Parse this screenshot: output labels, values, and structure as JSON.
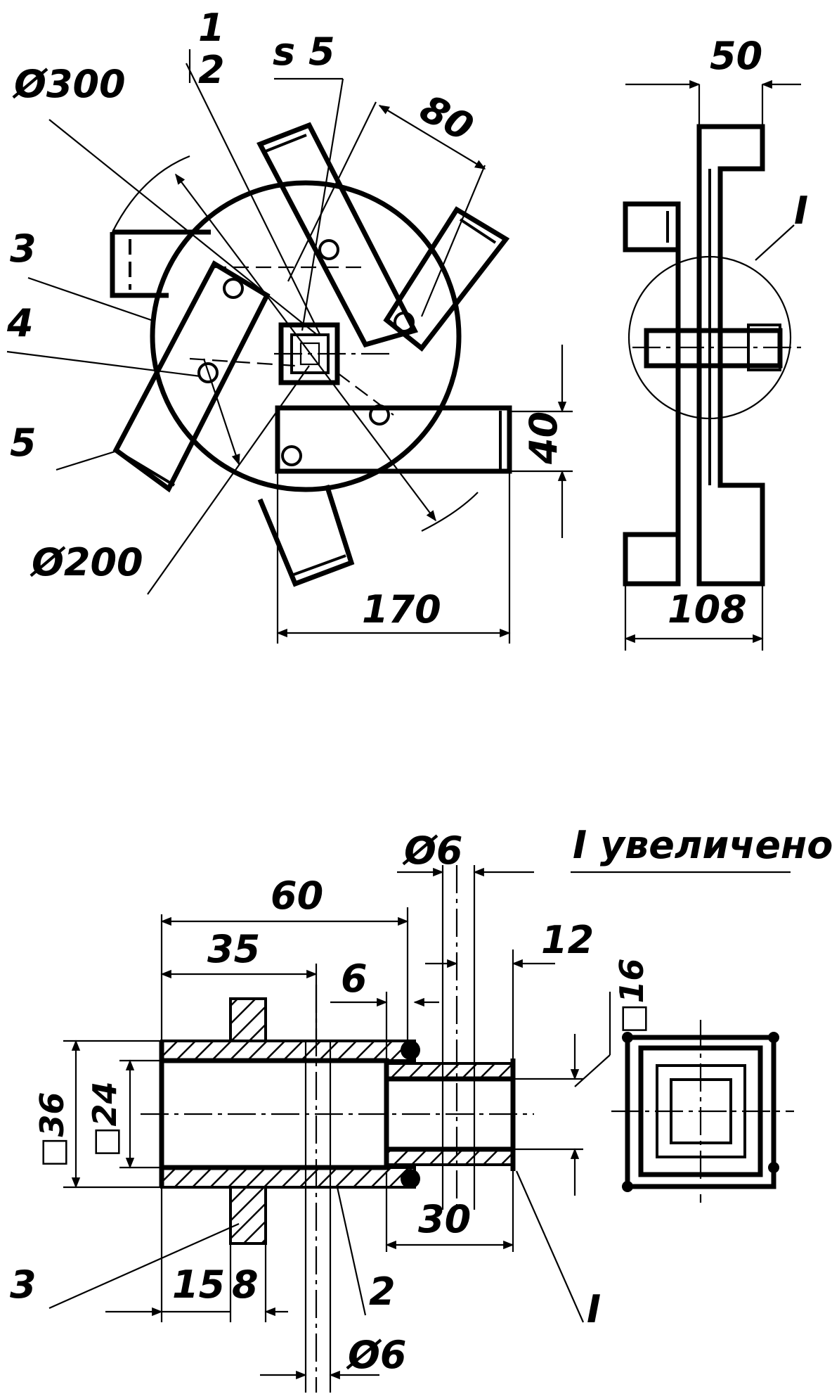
{
  "top_view": {
    "dim_outer_diameter": "Ø300",
    "dim_hub_diameter": "Ø200",
    "dim_thickness": "s 5",
    "dim_blade_width": "80",
    "dim_blade_length": "170",
    "dim_blade_height": "40",
    "section_mark_top": "1",
    "section_mark_bottom": "2",
    "part_label_3": "3",
    "part_label_4": "4",
    "part_label_5": "5"
  },
  "side_view": {
    "dim_top_width": "50",
    "dim_bottom_width": "108",
    "detail_mark": "I"
  },
  "detail_view": {
    "title": "I увеличено",
    "dim_total_length": "60",
    "dim_outer_length": "35",
    "dim_gap": "6",
    "dim_hole_top": "Ø6",
    "dim_inner_step": "12",
    "dim_square_inner": "□16",
    "dim_square_outer": "□36",
    "dim_square_bore": "□24",
    "dim_tube_length": "30",
    "dim_left_offset": "15",
    "dim_plate_thickness": "8",
    "dim_hole_bottom": "Ø6",
    "part_label_3": "3",
    "part_label_2": "2",
    "part_label_1": "I"
  }
}
